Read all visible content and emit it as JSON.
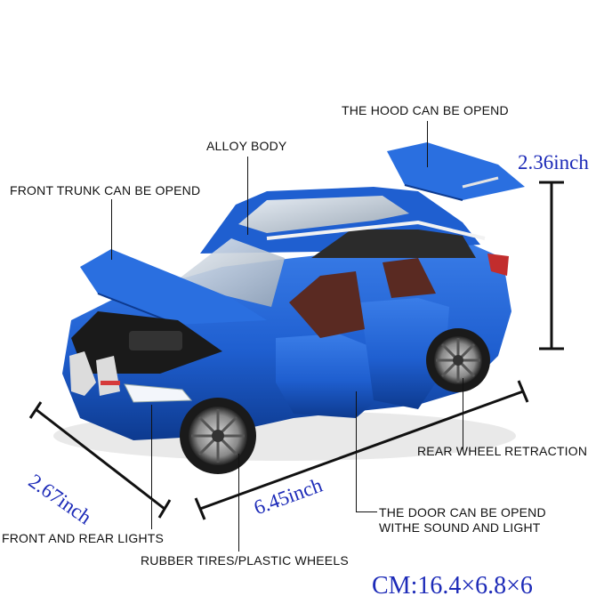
{
  "labels": {
    "hood": "THE HOOD CAN BE OPEND",
    "alloy": "ALLOY BODY",
    "front_trunk": "FRONT TRUNK CAN BE OPEND",
    "rear_wheel": "REAR WHEEL RETRACTION",
    "door_line1": "THE DOOR CAN BE OPEND",
    "door_line2": "WITHE SOUND AND LIGHT",
    "lights": "FRONT AND REAR LIGHTS",
    "tires": "RUBBER TIRES/PLASTIC WHEELS"
  },
  "dimensions": {
    "height": "2.36inch",
    "depth": "2.67inch",
    "length": "6.45inch",
    "cm": "CM:16.4×6.8×6"
  },
  "colors": {
    "body": "#1f5fd0",
    "body_dark": "#0d3a8f",
    "dim_text": "#1d2bb8"
  }
}
